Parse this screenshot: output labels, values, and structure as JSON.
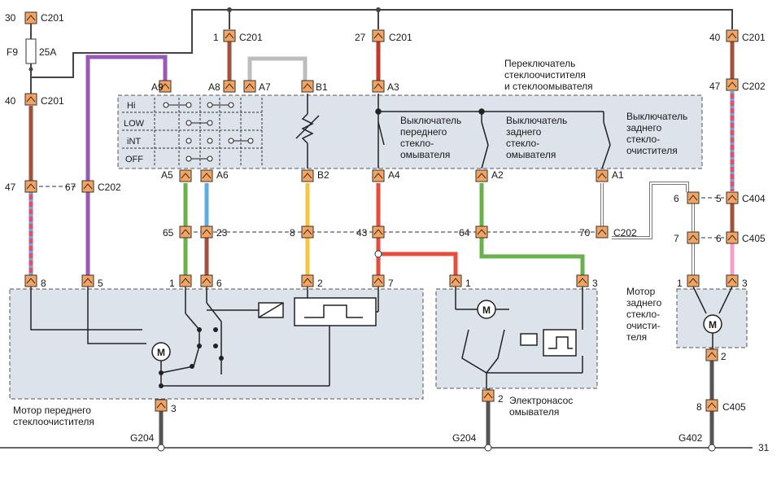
{
  "colors": {
    "box_fill": "#dde3ea",
    "box_stroke": "#555555",
    "connector": "#f4a460",
    "wire_brown": "#a0523d",
    "wire_purple": "#9b59b6",
    "wire_gray": "#bdbdbd",
    "wire_green": "#6ab04c",
    "wire_blue": "#5dade2",
    "wire_yellow": "#f5c542",
    "wire_red": "#e74c3c",
    "wire_pink": "#f2a0c8",
    "wire_black": "#444444"
  },
  "fuse": {
    "name": "F9",
    "rating": "25A",
    "top_pin": "30",
    "top_conn": "C201",
    "bot_pin": "40",
    "bot_conn": "C201"
  },
  "switch_box": {
    "title_l1": "Переключатель",
    "title_l2": "стеклоочистителя",
    "title_l3": "и стеклоомывателя",
    "modes": [
      "Hi",
      "LOW",
      "iNT",
      "OFF"
    ],
    "pins_top": [
      "A9",
      "A8",
      "A7",
      "B1",
      "A3"
    ],
    "pins_bottom": [
      "A5",
      "A6",
      "B2",
      "A4",
      "A2",
      "A1"
    ],
    "sw1": [
      "Выключатель",
      "переднего",
      "стекло-",
      "омывателя"
    ],
    "sw2": [
      "Выключатель",
      "заднего",
      "стекло-",
      "омывателя"
    ],
    "sw3": [
      "Выключатель",
      "заднего",
      "стекло-",
      "очистителя"
    ]
  },
  "connectors": {
    "c201_1": {
      "pin": "1",
      "name": "C201"
    },
    "c201_27": {
      "pin": "27",
      "name": "C201"
    },
    "c201_40r": {
      "pin": "40",
      "name": "C201"
    },
    "c202_47r": {
      "pin": "47",
      "name": "C202"
    },
    "c202_47l": {
      "pin": "47"
    },
    "c202_67": {
      "pin": "67",
      "name": "C202"
    },
    "row65": "65",
    "row23": "23",
    "row8": "8",
    "row43": "43",
    "row64": "64",
    "c202_70": {
      "pin": "70",
      "name": "C202"
    },
    "c404": {
      "pin_l": "6",
      "pin_r": "5",
      "name": "C404"
    },
    "c405": {
      "pin_l": "7",
      "pin_r": "6",
      "name": "C405"
    },
    "c405_bot": {
      "pin": "8",
      "name": "C405"
    }
  },
  "front_motor": {
    "label_l1": "Мотор переднего",
    "label_l2": "стеклоочистителя",
    "pins": [
      "8",
      "5",
      "1",
      "6",
      "2",
      "7"
    ],
    "ground_pin": "3",
    "motor_symbol": "M"
  },
  "pump": {
    "label_l1": "Электронасос",
    "label_l2": "омывателя",
    "pins": [
      "1",
      "3"
    ],
    "ground_pin": "2",
    "motor_symbol": "M"
  },
  "rear_motor": {
    "label": [
      "Мотор",
      "заднего",
      "стекло-",
      "очисти-",
      "теля"
    ],
    "pins": [
      "1",
      "3"
    ],
    "ground_pin": "2",
    "motor_symbol": "M"
  },
  "grounds": {
    "g1": "G204",
    "g2": "G204",
    "g3": "G402",
    "ground_line": "31"
  }
}
